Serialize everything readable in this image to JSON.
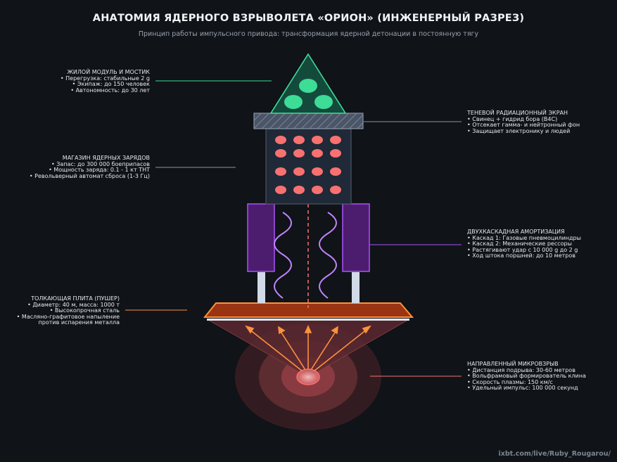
{
  "title": "АНАТОМИЯ ЯДЕРНОГО ВЗРЫВОЛЕТА «ОРИОН» (ИНЖЕНЕРНЫЙ РАЗРЕЗ)",
  "subtitle": "Принцип работы импульсного привода: трансформация ядерной детонации в постоянную тягу",
  "footer": "ixbt.com/live/Ruby_Rougarou/",
  "colors": {
    "background": "#101318",
    "module": "#144a3c",
    "module_accent": "#3ddc97",
    "shield": "#4a5568",
    "magazine": "#1f2937",
    "charge": "#f87171",
    "damper": "#4c1d6e",
    "damper_accent": "#a855f7",
    "spring": "#c084fc",
    "plate": "#9a3412",
    "plate_accent": "#fb923c",
    "blast": "#fda4af"
  },
  "labels": {
    "crew_module": {
      "heading": "ЖИЛОЙ МОДУЛЬ И МОСТИК",
      "lines": [
        "• Перегрузка: стабильные 2 g",
        "• Экипаж: до 150 человек",
        "• Автономность: до 30 лет"
      ]
    },
    "shield": {
      "heading": "ТЕНЕВОЙ РАДИАЦИОННЫЙ ЭКРАН",
      "lines": [
        "• Свинец + гидрид бора (B4C)",
        "• Отсекает гамма- и нейтронный фон",
        "• Защищает электронику и людей"
      ]
    },
    "magazine": {
      "heading": "МАГАЗИН ЯДЕРНЫХ ЗАРЯДОВ",
      "lines": [
        "• Запас: до 300 000 боеприпасов",
        "• Мощность заряда: 0.1 - 1 кт ТНТ",
        "• Револьверный автомат сброса (1-3 Гц)"
      ]
    },
    "damping": {
      "heading": "ДВУХКАСКАДНАЯ АМОРТИЗАЦИЯ",
      "lines": [
        "• Каскад 1: Газовые пневмоцилиндры",
        "• Каскад 2: Механические рессоры",
        "• Растягивают удар с 10 000 g до 2 g",
        "• Ход штока поршней: до 10 метров"
      ]
    },
    "pusher": {
      "heading": "ТОЛКАЮЩАЯ ПЛИТА (ПУШЕР)",
      "lines": [
        "• Диаметр: 40 м, масса: 1000 т",
        "• Высокопрочная сталь",
        "• Масляно-графитовое напыление",
        "против испарения металла"
      ]
    },
    "blast": {
      "heading": "НАПРАВЛЕННЫЙ МИКРОВЗРЫВ",
      "lines": [
        "• Дистанция подрыва: 30-60 метров",
        "• Вольфрамовый формирователь клина",
        "• Скорость плазмы: 150 км/с",
        "• Удельный импульс: 100 000 секунд"
      ]
    }
  }
}
